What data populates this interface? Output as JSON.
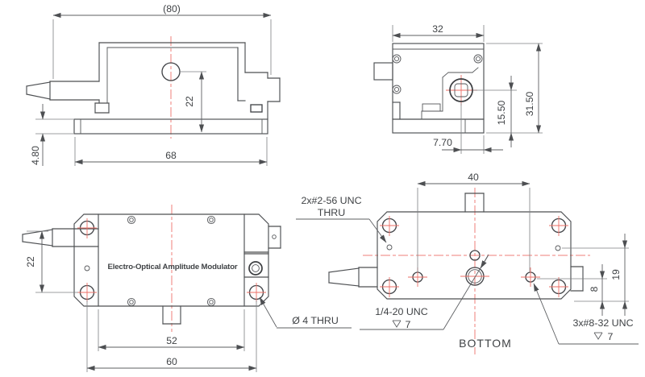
{
  "meta": {
    "background_color": "#ffffff",
    "line_color": "#4d4f52",
    "centerline_color": "#ef7f78"
  },
  "labels": {
    "product": "Electro-Optical Amplitude Modulator",
    "bottom_view": "BOTTOM"
  },
  "front_view": {
    "dim_overall_length_ref": "(80)",
    "dim_beam_center_height": "22",
    "dim_base_length": "68",
    "dim_base_thickness": "4.80"
  },
  "end_view": {
    "dim_body_width": "32",
    "dim_body_height": "31.50",
    "dim_aperture_center_height": "15.50",
    "dim_aperture_offset": "7.70"
  },
  "top_view": {
    "dim_fiber_axis_to_hole": "22",
    "dim_lid_length": "52",
    "dim_mounting_hole_spacing": "60",
    "callout_mounting_hole": "Ø 4 THRU"
  },
  "bottom_view": {
    "dim_thread_hole_spacing": "40",
    "dim_pilot_hole_offset": "19",
    "dim_thread_row_offset": "8",
    "callout_small_holes_line1": "2x#2-56 UNC",
    "callout_small_holes_line2": "THRU",
    "callout_center_thread_label": "1/4-20 UNC",
    "callout_center_thread_depth": "7",
    "callout_side_threads_label": "3x#8-32 UNC",
    "callout_side_threads_depth": "7"
  }
}
